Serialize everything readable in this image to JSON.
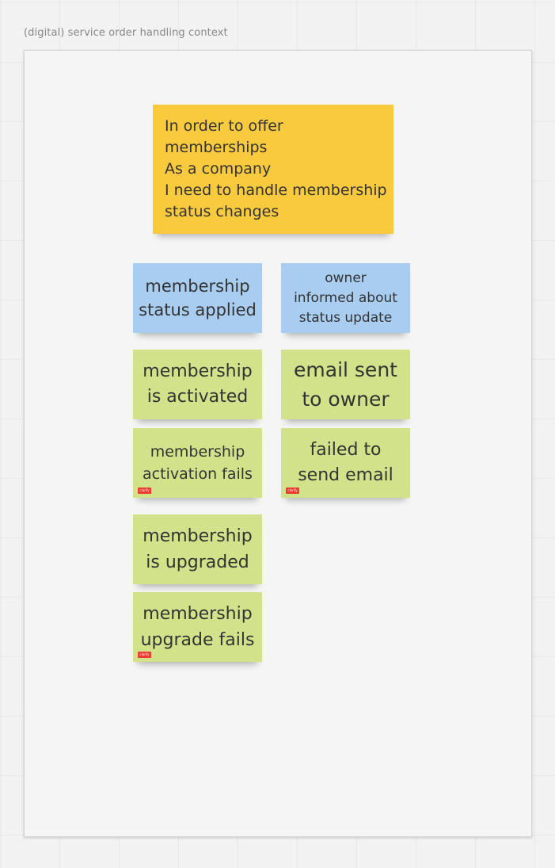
{
  "board": {
    "frame_title": "(digital) service order handling context"
  },
  "stickies": {
    "story": "In order to offer\nmemberships\nAs a company\nI need to handle membership\n status changes",
    "status_applied": "membership\nstatus applied",
    "owner_informed": "owner\ninformed about\nstatus update",
    "is_activated": "membership\nis activated",
    "email_sent": "email sent\nto owner",
    "activation_fails": "membership\nactivation fails",
    "failed_send_email": "failed to\nsend email",
    "is_upgraded": "membership\nis upgraded",
    "upgrade_fails": "membership\nupgrade fails"
  },
  "tag_label": "clarify",
  "colors": {
    "yellow": "#f9ca3d",
    "blue": "#a8cdf1",
    "green": "#d1e28a",
    "tag": "#ee3b2f"
  }
}
